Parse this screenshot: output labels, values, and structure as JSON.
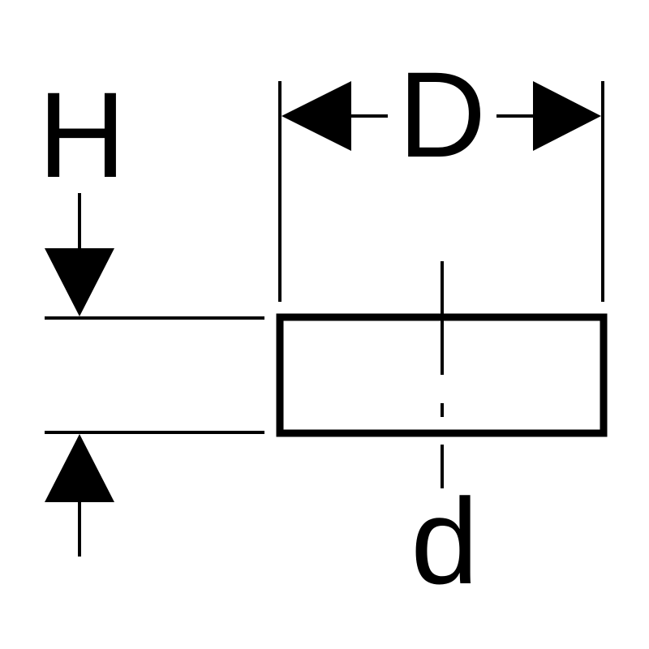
{
  "labels": {
    "height": "H",
    "diameter": "D",
    "inner_diameter": "d"
  },
  "colors": {
    "stroke": "#000000",
    "background": "#ffffff"
  }
}
